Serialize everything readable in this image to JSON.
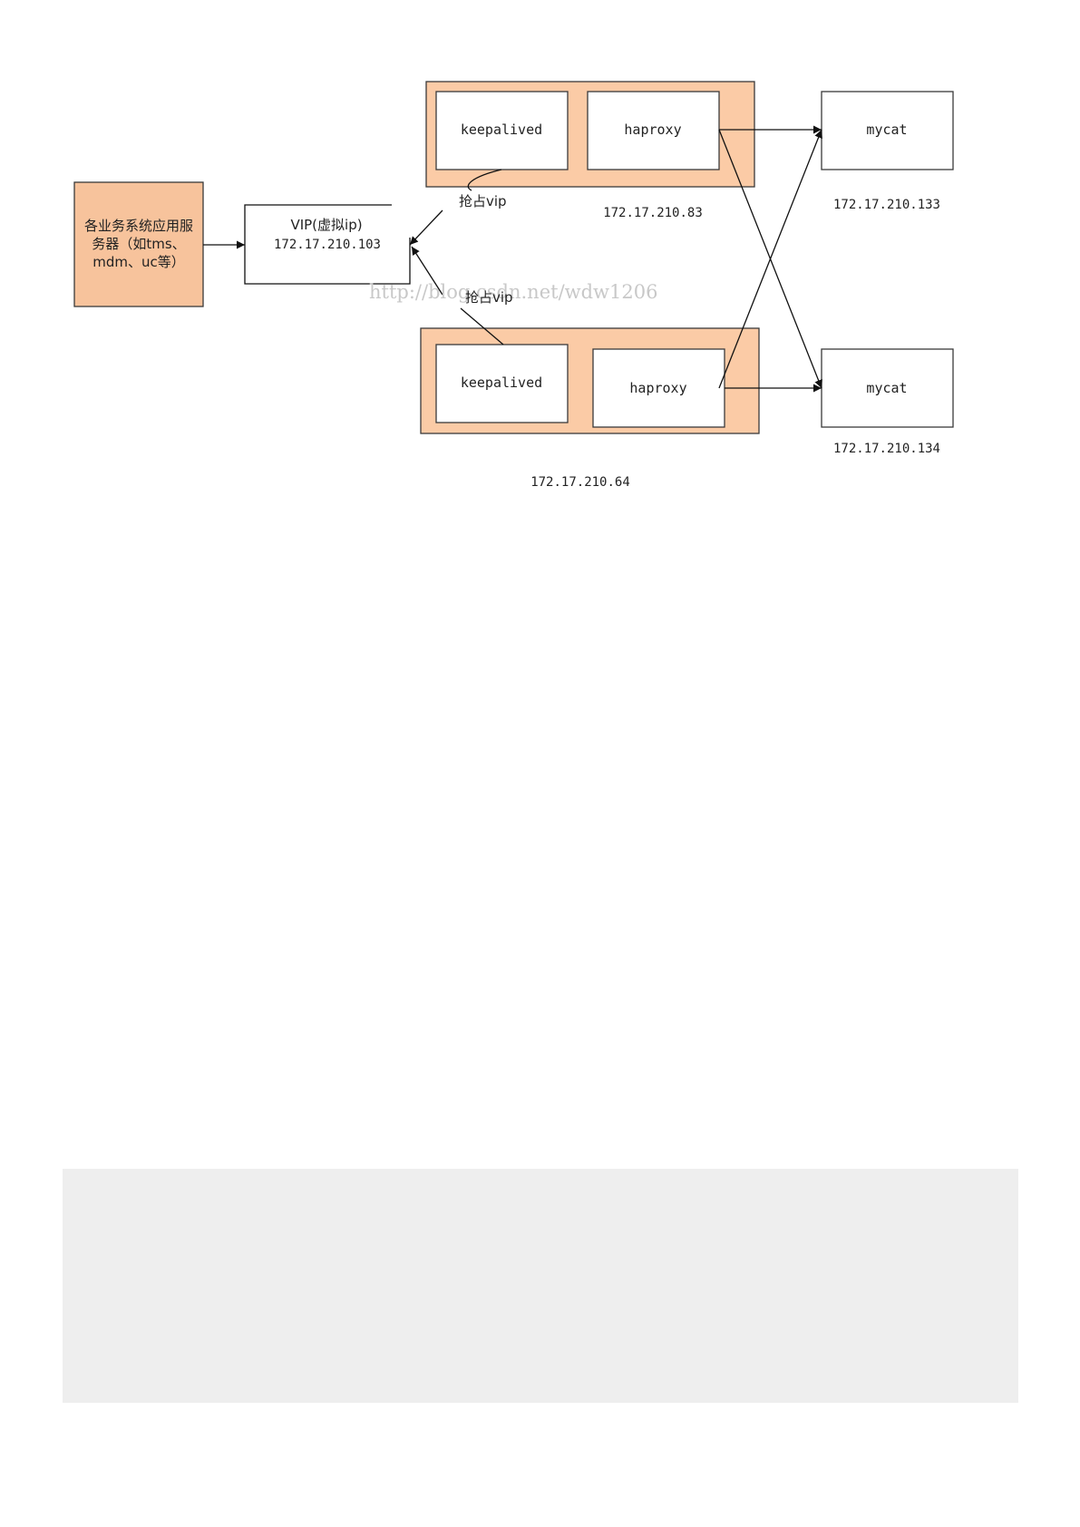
{
  "diagram": {
    "client": {
      "line1": "各业务系统应用服",
      "line2": "务器（如tms、",
      "line3": "mdm、uc等）"
    },
    "vip": {
      "line1": "VIP(虚拟ip)",
      "line2": "172.17.210.103"
    },
    "top_group": {
      "keepalived": "keepalived",
      "haproxy": "haproxy",
      "ip": "172.17.210.83"
    },
    "bottom_group": {
      "keepalived": "keepalived",
      "haproxy": "haproxy",
      "ip": "172.17.210.64"
    },
    "mycat_top": {
      "label": "mycat",
      "ip": "172.17.210.133"
    },
    "mycat_bottom": {
      "label": "mycat",
      "ip": "172.17.210.134"
    },
    "edge_labels": {
      "grab_vip_top": "抢占vip",
      "grab_vip_bottom": "抢占vip"
    },
    "watermark": "http://blog.csdn.net/wdw1206"
  },
  "colors": {
    "group_fill": "#fbcba6",
    "client_fill": "#f7c39c",
    "panel_grey": "#eeeeee",
    "stroke": "#3a3a3a"
  }
}
